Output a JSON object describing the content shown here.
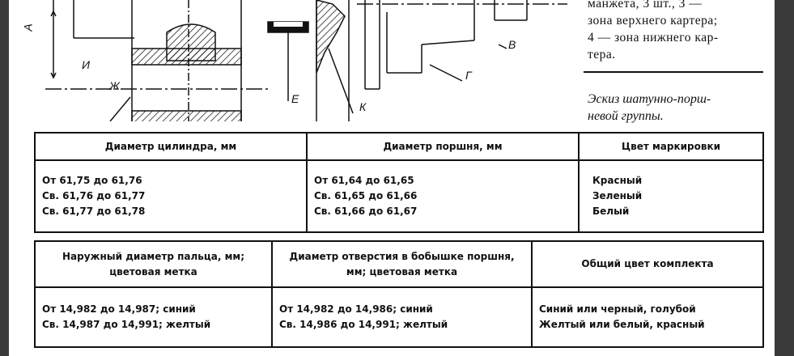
{
  "drawing": {
    "labels": {
      "a": "А",
      "i": "И",
      "zh": "Ж",
      "e": "Е",
      "k": "К",
      "v": "В",
      "g": "Г"
    }
  },
  "note": {
    "lines": [
      "манжета, 3 шт., 3 —",
      "зона верхнего картера;",
      "4 — зона нижнего кар-",
      "тера."
    ]
  },
  "caption": {
    "lines": [
      "Эскиз шатунно-порш-",
      "невой группы."
    ]
  },
  "table1": {
    "headers": [
      "Диаметр цилиндра, мм",
      "Диаметр поршня, мм",
      "Цвет маркировки"
    ],
    "col1": [
      "От 61,75 до 61,76",
      "Св. 61,76 до 61,77",
      "Св. 61,77 до 61,78"
    ],
    "col2": [
      "От 61,64 до 61,65",
      "Св. 61,65 до 61,66",
      "Св. 61,66 до 61,67"
    ],
    "col3": [
      "Красный",
      "Зеленый",
      "Белый"
    ]
  },
  "table2": {
    "headers": [
      "Наружный диаметр пальца, мм; цветовая метка",
      "Диаметр отверстия в бобышке поршня, мм; цветовая метка",
      "Общий цвет комплекта"
    ],
    "col1": [
      "От 14,982 до 14,987; синий",
      "Св. 14,987 до 14,991; желтый"
    ],
    "col2": [
      "От 14,982 до 14,986; синий",
      "Св. 14,986 до 14,991; желтый"
    ],
    "col3": [
      "Синий или черный, голубой",
      "Желтый или белый, красный"
    ]
  }
}
